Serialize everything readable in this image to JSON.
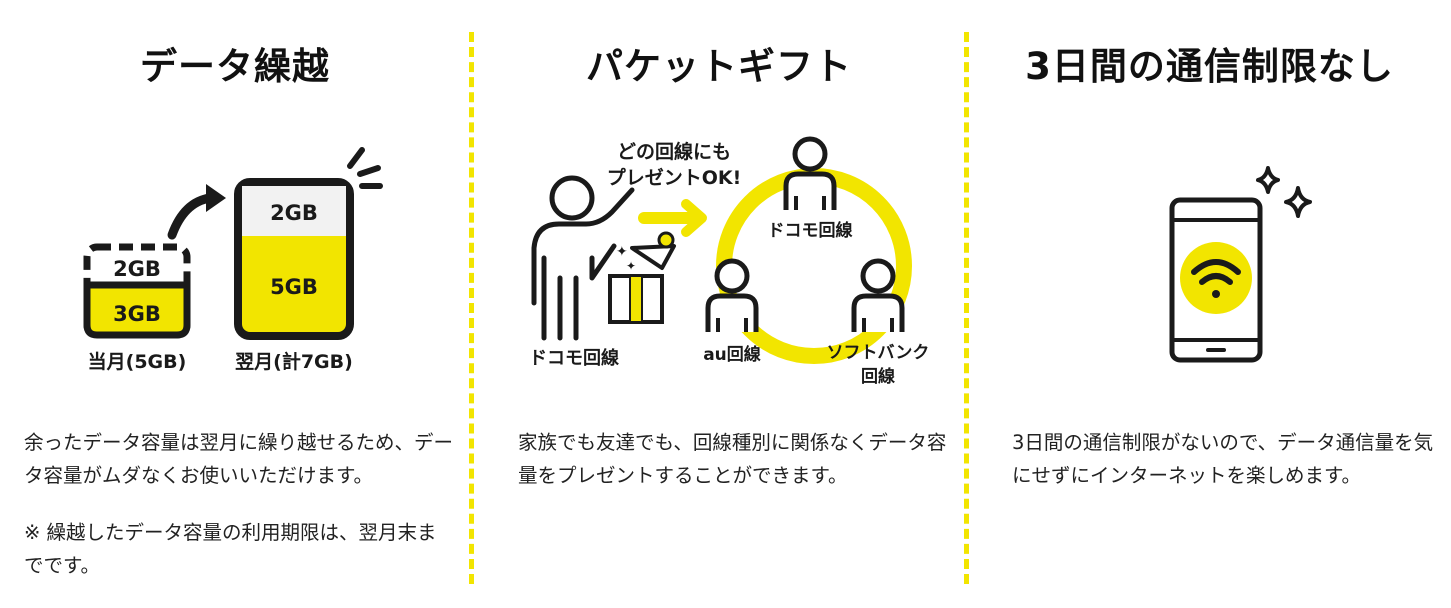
{
  "sections": [
    {
      "title": "データ繰越",
      "illustration": {
        "current_top": "2GB",
        "current_bottom": "3GB",
        "current_caption": "当月(5GB)",
        "next_top": "2GB",
        "next_bottom": "5GB",
        "next_caption": "翌月(計7GB)"
      },
      "description": "余ったデータ容量は翌月に繰り越せるため、データ容量がムダなくお使いいただけます。",
      "note": "※ 繰越したデータ容量の利用期限は、翌月末までです。"
    },
    {
      "title": "パケットギフト",
      "illustration": {
        "callout_line1": "どの回線にも",
        "callout_line2": "プレゼントOK!",
        "giver_label": "ドコモ回線",
        "receiver_top": "ドコモ回線",
        "receiver_left": "au回線",
        "receiver_right_line1": "ソフトバンク",
        "receiver_right_line2": "回線"
      },
      "description": "家族でも友達でも、回線種別に関係なくデータ容量をプレゼントすることができます。"
    },
    {
      "title": "3日間の通信制限なし",
      "illustration": {
        "icon": "smartphone-wifi-icon"
      },
      "description": "3日間の通信制限がないので、データ通信量を気にせずにインターネットを楽しめます。"
    }
  ],
  "colors": {
    "accent_yellow": "#f2e500",
    "divider_yellow": "#f2e500",
    "text": "#222222",
    "outline": "#1a1a1a"
  }
}
